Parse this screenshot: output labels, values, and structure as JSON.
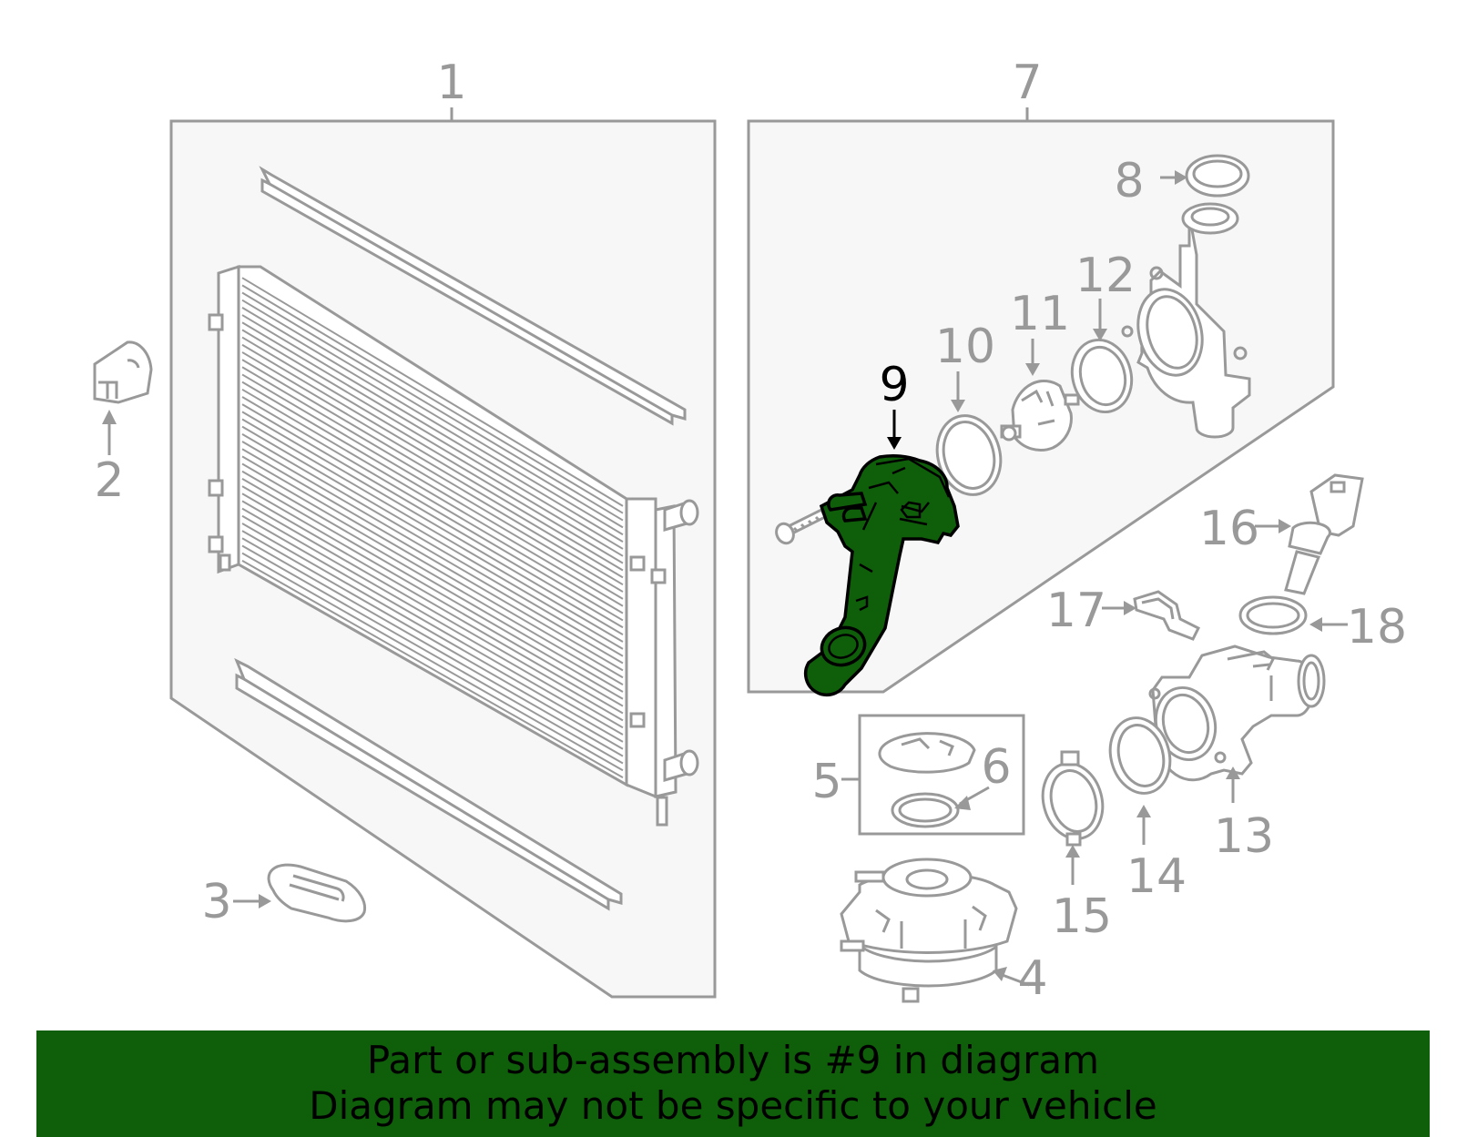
{
  "callouts": {
    "c1": "1",
    "c2": "2",
    "c3": "3",
    "c4": "4",
    "c5": "5",
    "c6": "6",
    "c7": "7",
    "c8": "8",
    "c9": "9",
    "c10": "10",
    "c11": "11",
    "c12": "12",
    "c13": "13",
    "c14": "14",
    "c15": "15",
    "c16": "16",
    "c17": "17",
    "c18": "18"
  },
  "banner": {
    "line1": "Part or sub-assembly is #9 in diagram",
    "line2": "Diagram may not be specific to your vehicle"
  },
  "colors": {
    "highlight": "#0f5e0a",
    "line": "#999999",
    "panel": "#f7f7f7"
  }
}
